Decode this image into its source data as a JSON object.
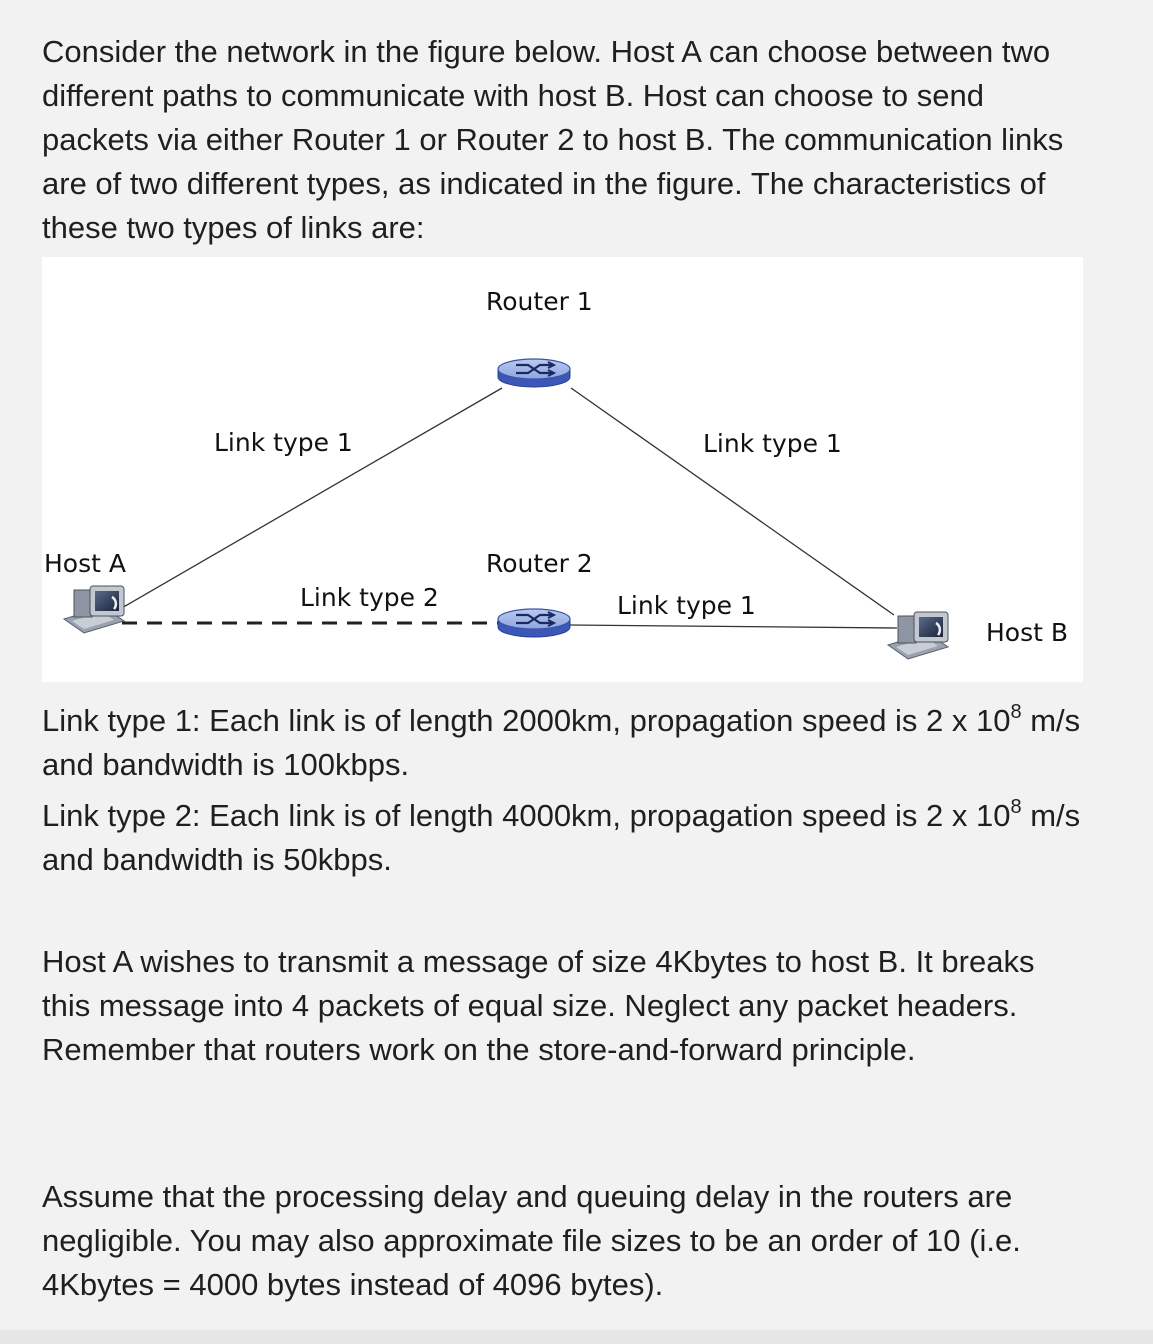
{
  "intro": "Consider the network in the figure below. Host A can choose between two different paths to communicate with host B. Host can choose to send packets via either Router 1 or Router 2 to host B. The communication links are of two different types, as indicated in the figure. The characteristics of these two types of links are:",
  "figure": {
    "router1_label": "Router 1",
    "router2_label": "Router 2",
    "hostA_label": "Host A",
    "hostB_label": "Host B",
    "link_A_R1_label": "Link type 1",
    "link_R1_B_label": "Link type 1",
    "link_A_R2_label": "Link type 2",
    "link_R2_B_label": "Link type 1"
  },
  "link_type1": {
    "prefix": "Link type 1: Each link is of length 2000km, propagation speed is 2 x 10",
    "exponent": "8",
    "suffix": " m/s and bandwidth is 100kbps."
  },
  "link_type2": {
    "prefix": "Link type 2: Each link is of length 4000km, propagation speed is 2 x 10",
    "exponent": "8",
    "suffix": " m/s and bandwidth is 50kbps."
  },
  "message_para": "Host A wishes to transmit a message of size 4Kbytes to host B. It breaks this message into 4 packets of equal size. Neglect any packet headers. Remember that routers work on the store-and-forward principle.",
  "assume_para": "Assume that the processing delay and queuing delay in the routers are negligible. You may also approximate file sizes to be an order of 10 (i.e. 4Kbytes = 4000 bytes instead of 4096 bytes)."
}
